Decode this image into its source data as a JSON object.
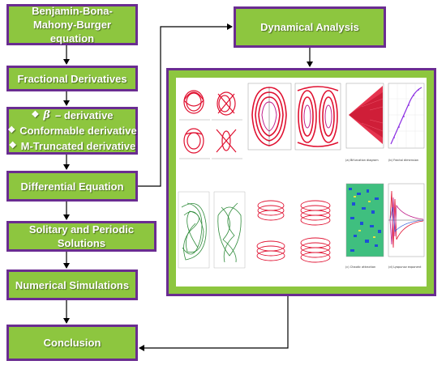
{
  "diagram": {
    "nodes": {
      "bbmb": {
        "line1": "Benjamin-Bona-Mahony-Burger",
        "line2": "equation"
      },
      "frac": {
        "label": "Fractional Derivatives"
      },
      "derivatives": {
        "beta_symbol": "β",
        "beta_text": "– derivative",
        "conformable": "Conformable derivative",
        "mtruncated": "M-Truncated derivative"
      },
      "diffeq": {
        "label": "Differential Equation"
      },
      "solitary": {
        "label": "Solitary and Periodic Solutions"
      },
      "numerical": {
        "label": "Numerical Simulations"
      },
      "conclusion": {
        "label": "Conclusion"
      },
      "dynamical": {
        "label": "Dynamical Analysis"
      }
    },
    "captions": {
      "bifurcation": "(a) Bifurcation diagram",
      "fractal": "(b) Fractal dimension",
      "chaotic": "(c) Chaotic attraction",
      "lyapunov": "(d) Lyapunov exponent"
    },
    "colors": {
      "box_fill": "#8dc63f",
      "box_border": "#6a2c91",
      "arrow": "#000000",
      "plot_red": "#e01030",
      "plot_green": "#2e8b3a",
      "plot_magenta": "#c0208a"
    }
  }
}
